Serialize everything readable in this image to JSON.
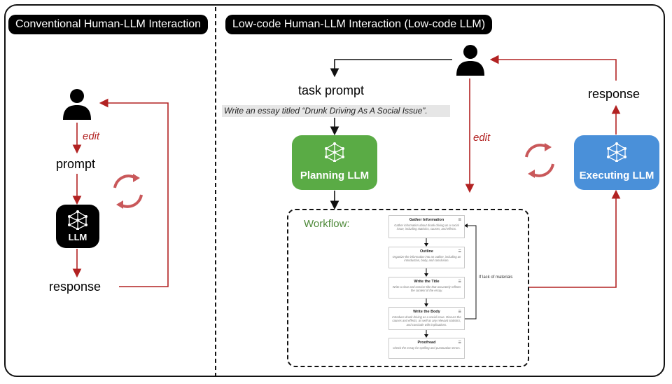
{
  "left_panel": {
    "title": "Conventional Human-LLM Interaction",
    "edit_label": "edit",
    "prompt_label": "prompt",
    "llm_label": "LLM",
    "response_label": "response"
  },
  "right_panel": {
    "title": "Low-code Human-LLM Interaction (Low-code LLM)",
    "task_prompt_label": "task prompt",
    "task_prompt_text": "Write an essay titled “Drunk Driving As A Social Issue”.",
    "planning_llm_label": "Planning LLM",
    "executing_llm_label": "Executing LLM",
    "edit_label": "edit",
    "response_label": "response",
    "workflow_label": "Workflow:",
    "loop_note": "If lack of materials",
    "workflow_steps": [
      {
        "title": "Gather Information",
        "desc": "Gather information about drunk driving as a social issue, including statistics, causes, and effects."
      },
      {
        "title": "Outline",
        "desc": "Organize the information into an outline, including an introduction, body, and conclusion."
      },
      {
        "title": "Write the Title",
        "desc": "Write a clear and concise title that accurately reflects the content of the essay."
      },
      {
        "title": "Write the Body",
        "desc": "Introduce drunk driving as a social issue. Discuss the causes and effects, as well as any relevant statistics, and conclude with implications."
      },
      {
        "title": "Proofread",
        "desc": "Check the essay for spelling and punctuation errors."
      }
    ]
  },
  "colors": {
    "arrow_red": "#b22222",
    "planning_green": "#5aab45",
    "executing_blue": "#4a90d9",
    "loop_red": "#c9585a",
    "workflow_label_green": "#4f8a3a"
  },
  "icons": [
    "user-icon",
    "neural-network-icon",
    "cycle-arrows-icon",
    "menu-icon"
  ]
}
